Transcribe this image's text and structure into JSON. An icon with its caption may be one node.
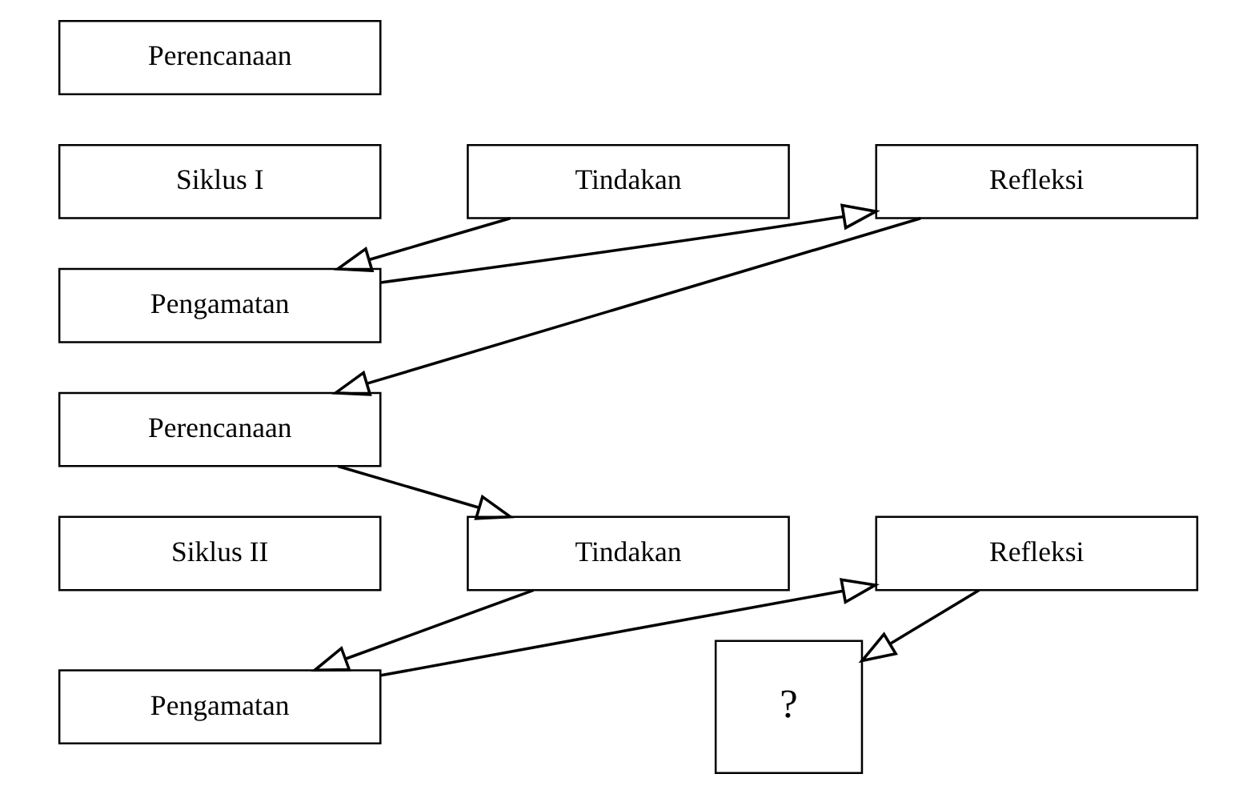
{
  "diagram": {
    "nodes": [
      {
        "text": [
          "Perencanaan"
        ]
      },
      {
        "text": [
          "Refleksi"
        ]
      },
      {
        "text": [
          "Siklus I"
        ]
      },
      {
        "text": [
          "Tindakan"
        ]
      },
      {
        "text": [
          "Pengamatan"
        ]
      },
      {
        "text": [
          "Perencanaan"
        ]
      },
      {
        "text": [
          "Refleksi"
        ]
      },
      {
        "text": [
          "Siklus II"
        ]
      },
      {
        "text": [
          "Tindakan"
        ]
      },
      {
        "text": [
          "?"
        ]
      },
      {
        "text": [
          "Pengamatan"
        ]
      }
    ],
    "edges": [
      {
        "from": 3,
        "to": 4,
        "arrow": "to"
      },
      {
        "from": 4,
        "to": 1,
        "arrow": "to"
      },
      {
        "from": 1,
        "to": 5,
        "arrow": "to"
      },
      {
        "from": 5,
        "to": 8,
        "arrow": "to"
      },
      {
        "from": 8,
        "to": 10,
        "arrow": "to"
      },
      {
        "from": 10,
        "to": 6,
        "arrow": "to"
      },
      {
        "from": 6,
        "to": 9,
        "arrow": "to"
      }
    ]
  }
}
